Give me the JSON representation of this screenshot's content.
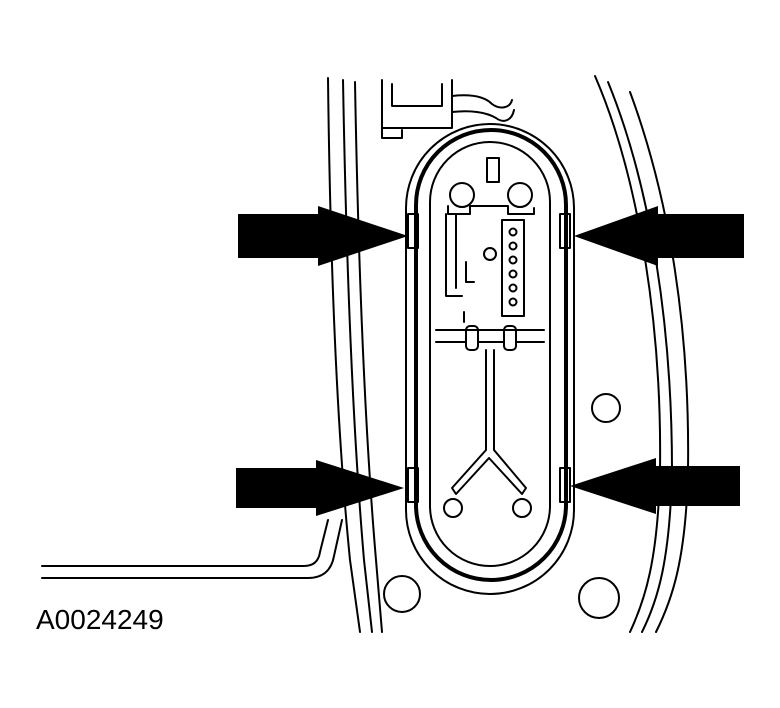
{
  "figure": {
    "reference_code": "A0024249",
    "line_color": "#000000",
    "background_color": "#ffffff",
    "arrow_count": 4,
    "connector_pin_count": 6
  }
}
